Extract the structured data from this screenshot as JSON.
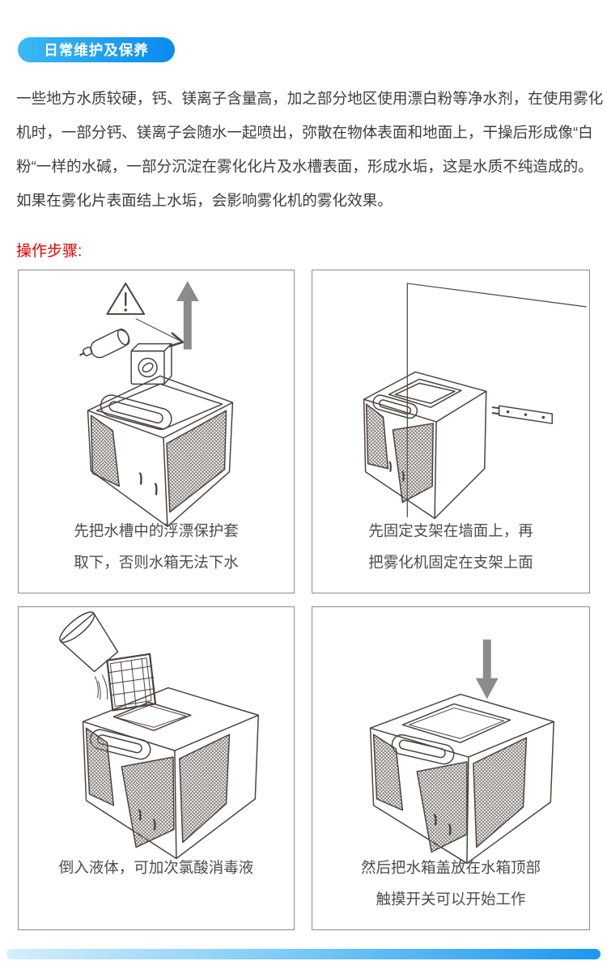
{
  "header": {
    "badge_label": "日常维护及保养"
  },
  "intro": {
    "lines": [
      "一些地方水质较硬，钙、镁离子含量高，加之部分地区使用漂白粉等净水剂，在使用雾化",
      "机时，一部分钙、镁离子会随水一起喷出，弥散在物体表面和地面上，干操后形成像“白",
      "粉“一样的水碱，一部分沉淀在雾化化片及水槽表面，形成水垢，这是水质不纯造成的。",
      "如果在雾化片表面结上水垢，会影响雾化机的雾化效果。"
    ]
  },
  "steps_heading": "操作步骤:",
  "steps": [
    {
      "illustration": "remove-float-protector",
      "caption": [
        "先把水槽中的浮漂保护套",
        "取下，否则水箱无法下水"
      ]
    },
    {
      "illustration": "mount-bracket-on-wall",
      "caption": [
        "先固定支架在墙面上，再",
        "把雾化机固定在支架上面"
      ]
    },
    {
      "illustration": "pour-disinfectant-liquid",
      "caption": [
        "倒入液体，可加次氯酸消毒液"
      ]
    },
    {
      "illustration": "place-tank-cover-touch-switch",
      "caption": [
        "然后把水箱盖放在水箱顶部",
        "触摸开关可以开始工作"
      ]
    }
  ],
  "colors": {
    "badge_gradient_start": "#3cb9f6",
    "badge_gradient_end": "#0a8bef",
    "heading_red": "#e60000",
    "panel_border": "#8b8b8b",
    "arrow_gray": "#8b8b8b",
    "line_art": "#4b443d",
    "footer_gradient_start": "#d6eefc",
    "footer_gradient_end": "#1b97f2"
  }
}
